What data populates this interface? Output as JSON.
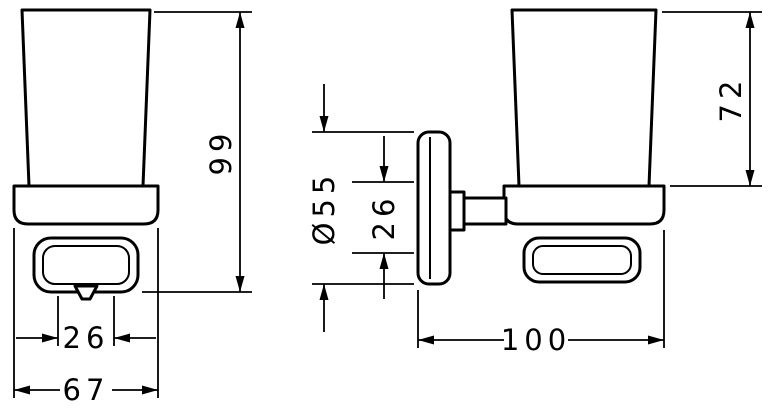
{
  "dimensions": {
    "front_height": "99",
    "front_inner_width": "26",
    "front_width": "67",
    "plate_diameter": "Ø55",
    "plate_offset": "26",
    "side_height": "72",
    "side_depth": "100"
  },
  "colors": {
    "line": "#000000",
    "background": "#ffffff"
  }
}
